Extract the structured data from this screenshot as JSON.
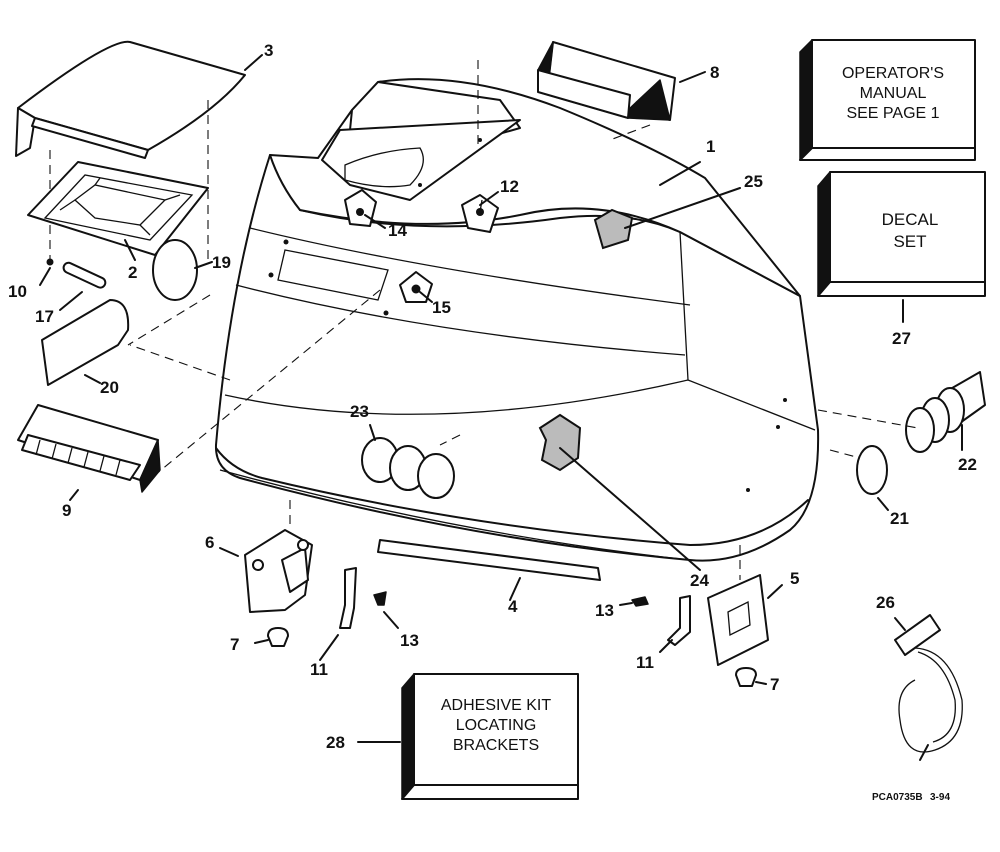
{
  "callouts": {
    "n1": "1",
    "n2": "2",
    "n3": "3",
    "n4": "4",
    "n5": "5",
    "n6": "6",
    "n7a": "7",
    "n7b": "7",
    "n8": "8",
    "n9": "9",
    "n10": "10",
    "n11a": "11",
    "n11b": "11",
    "n12": "12",
    "n13a": "13",
    "n13b": "13",
    "n14": "14",
    "n15": "15",
    "n17": "17",
    "n19": "19",
    "n20": "20",
    "n21": "21",
    "n22": "22",
    "n23": "23",
    "n24": "24",
    "n25": "25",
    "n26": "26",
    "n27": "27",
    "n28": "28"
  },
  "boxes": {
    "operators_manual": [
      "OPERATOR'S",
      "MANUAL",
      "SEE PAGE 1"
    ],
    "decal_set": [
      "DECAL",
      "SET"
    ],
    "adhesive_kit": [
      "ADHESIVE KIT",
      "LOCATING",
      "BRACKETS"
    ]
  },
  "footer": {
    "code": "PCA0735B",
    "date": "3-94"
  }
}
